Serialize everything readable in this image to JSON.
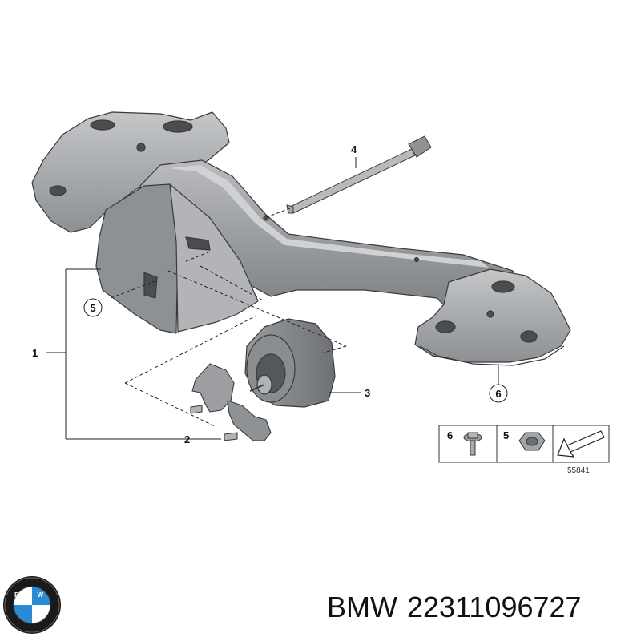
{
  "callouts": {
    "c1": "1",
    "c2": "2",
    "c3": "3",
    "c4": "4",
    "c5": "5",
    "c6": "6"
  },
  "legend": {
    "item_a": "6",
    "item_b": "5",
    "diagram_code": "55841"
  },
  "caption": {
    "brand": "BMW",
    "part_number": "22311096727"
  },
  "logo": {
    "text": "BMW"
  },
  "colors": {
    "part_fill": "#a9abae",
    "part_dark": "#6f7275",
    "outline": "#3a3a3a",
    "logo_blue": "#2a8ad4"
  }
}
